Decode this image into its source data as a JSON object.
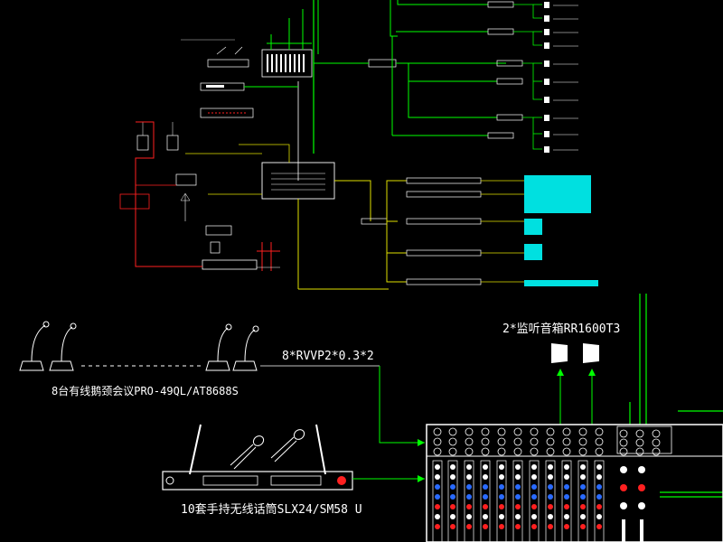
{
  "labels": {
    "monitor_speakers": "2*监听音箱RR1600T3",
    "cable_spec": "8*RVVP2*0.3*2",
    "gooseneck_mics": "8台有线鹅颈会议PRO-49QL/AT8688S",
    "wireless_mics": "10套手持无线话筒SLX24/SM58 U"
  },
  "colors": {
    "background": "#000000",
    "green_line": "#00ff00",
    "red_line": "#ff2020",
    "white_line": "#ffffff",
    "cyan_screen": "#00e0e0",
    "yellow_line": "#e0e000"
  },
  "icons": {
    "speaker": "speaker-icon",
    "mic": "gooseneck-mic-icon",
    "receiver": "wireless-receiver-icon",
    "handheld": "handheld-mic-icon",
    "mixer": "mixer-console-icon"
  }
}
